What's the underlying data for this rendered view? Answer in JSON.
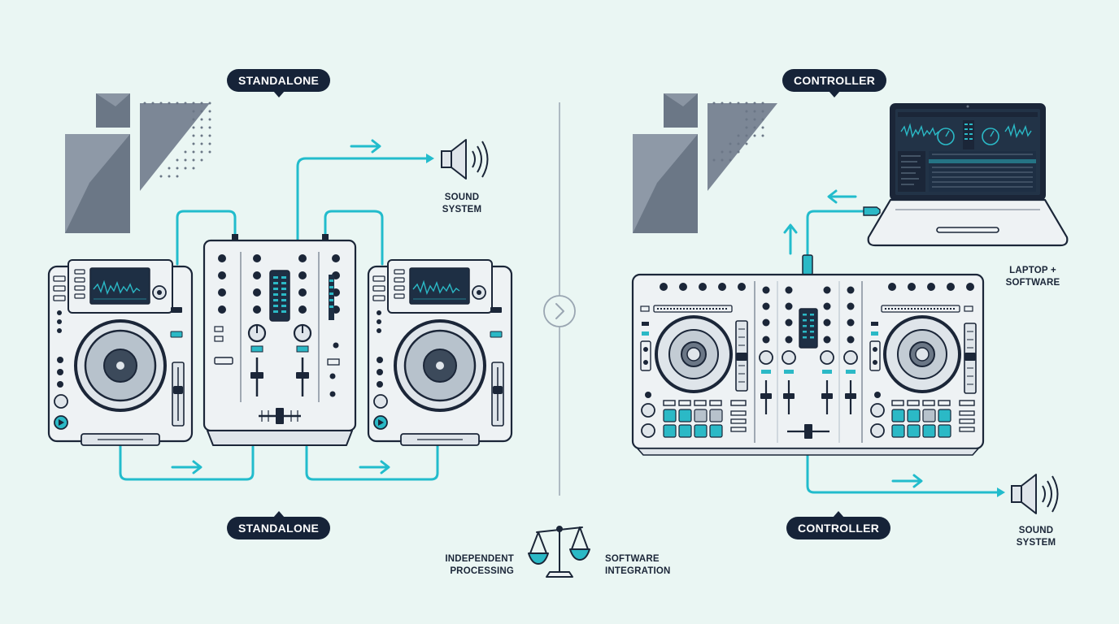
{
  "labels": {
    "standalone_top": "STANDALONE",
    "standalone_bottom": "STANDALONE",
    "controller_top": "CONTROLLER",
    "controller_bottom": "CONTROLLER",
    "sound_system_left": [
      "SOUND",
      "SYSTEM"
    ],
    "sound_system_right": [
      "SOUND",
      "SYSTEM"
    ],
    "laptop_software": [
      "LAPTOP +",
      "SOFTWARE"
    ],
    "independent_processing": [
      "INDEPENDENT",
      "PROCESSING"
    ],
    "software_integration": [
      "SOFTWARE",
      "INTEGRATION"
    ]
  },
  "icons": {
    "compare": "chevron-right-icon",
    "balance": "scale-icon",
    "speaker": "speaker-icon"
  },
  "colors": {
    "cable": "#22bccc",
    "outline": "#1b2638",
    "device_fill": "#eef2f4",
    "panel_fill": "#dfe5ea",
    "shape_dark": "#6b7786",
    "accent": "#2bb9c6",
    "pill_bg": "#162338",
    "background": "#eaf6f3"
  }
}
